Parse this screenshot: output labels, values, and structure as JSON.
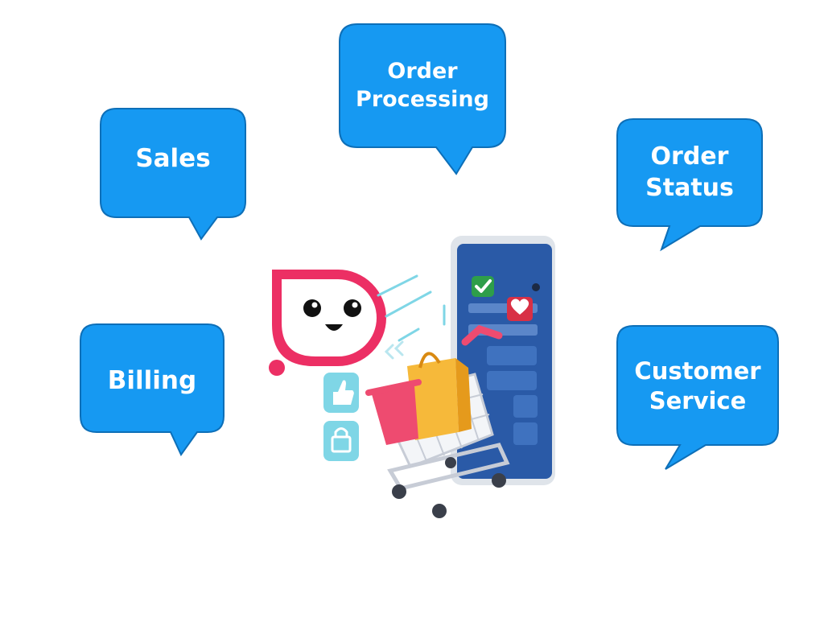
{
  "colors": {
    "bubble_fill": "#1699f2",
    "bubble_stroke": "#0d6fb8",
    "mascot": "#ec2f64",
    "phone_screen": "#2a5aa7",
    "cart_basket": "#ee4b70",
    "bag": "#f6b93a",
    "accent_teal": "#7fd6e6"
  },
  "bubbles": {
    "order_processing": {
      "line1": "Order",
      "line2": "Processing"
    },
    "sales": {
      "line1": "Sales"
    },
    "order_status": {
      "line1": "Order",
      "line2": "Status"
    },
    "billing": {
      "line1": "Billing"
    },
    "customer_service": {
      "line1": "Customer",
      "line2": "Service"
    }
  },
  "icons": [
    "mascot-logo-icon",
    "smartphone-icon",
    "shopping-cart-icon",
    "shopping-bag-icon",
    "thumbs-up-icon",
    "lock-icon",
    "check-icon",
    "heart-icon"
  ]
}
